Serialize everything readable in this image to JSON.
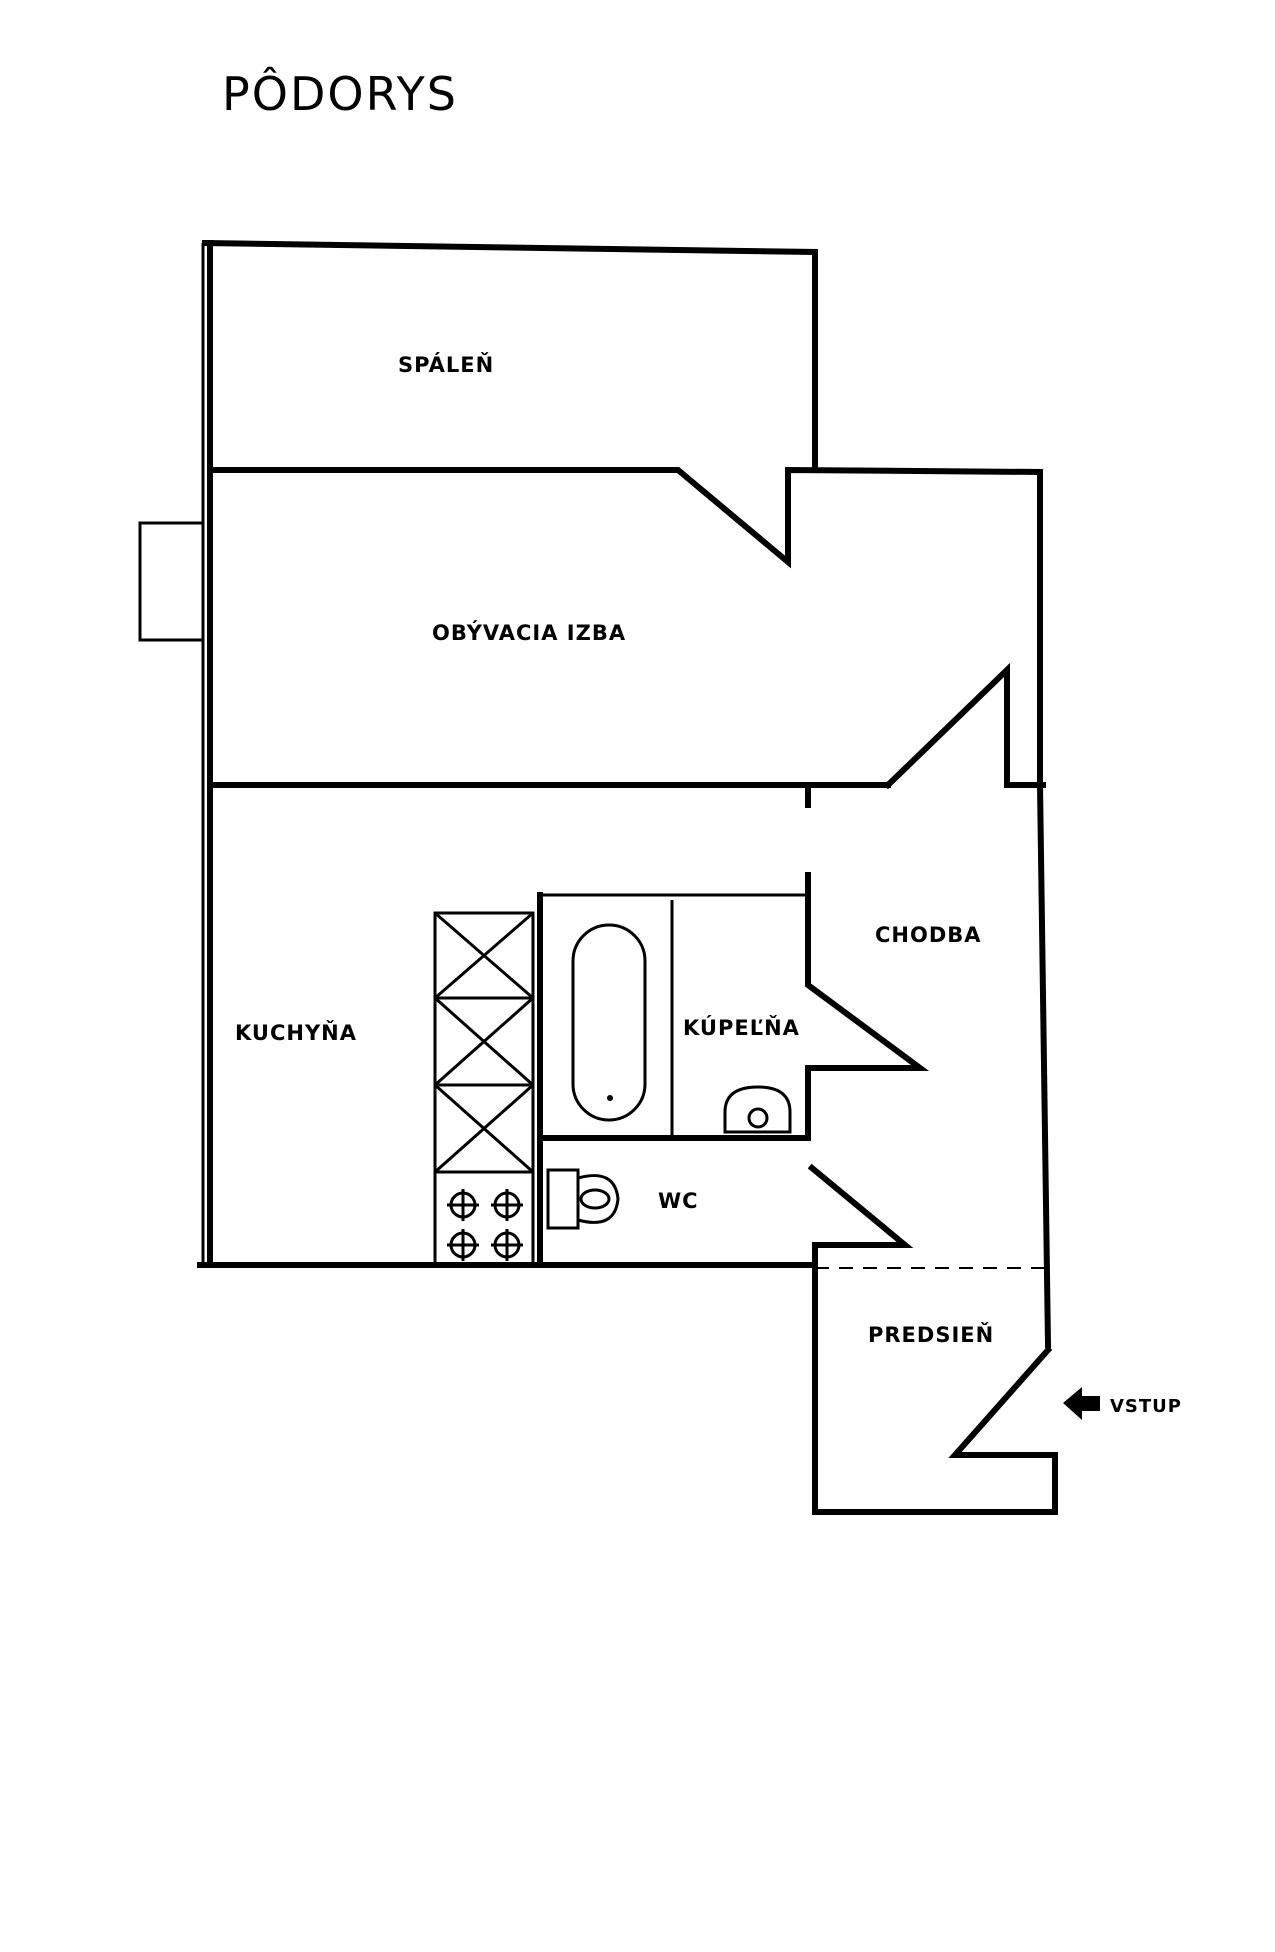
{
  "title": "PÔDORYS",
  "rooms": {
    "bedroom": "SPÁLEŇ",
    "living_room": "OBÝVACIA IZBA",
    "hallway": "CHODBA",
    "kitchen": "KUCHYŇA",
    "bathroom": "KÚPEĽŇA",
    "wc": "WC",
    "entrance_hall": "PREDSIEŇ"
  },
  "entrance": {
    "label": "VSTUP",
    "arrow_icon": "arrow-left-icon"
  },
  "colors": {
    "ink": "#000000",
    "background": "#ffffff"
  }
}
